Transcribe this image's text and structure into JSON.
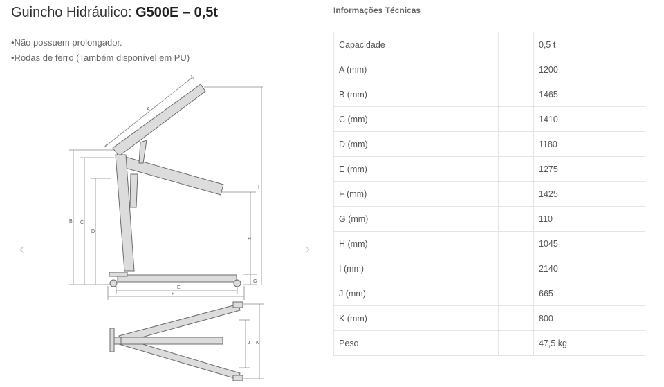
{
  "product": {
    "title_prefix": "Guincho Hidráulico: ",
    "title_model": "G500E – 0,5t",
    "features": [
      "•Não possuem prolongador.",
      "•Rodas de ferro (Também disponível em PU)"
    ],
    "prev_arrow": "‹",
    "next_arrow": "›"
  },
  "diagram_labels": {
    "A": "A",
    "B": "B",
    "C": "C",
    "D": "D",
    "E": "E",
    "F": "F",
    "G": "G",
    "H": "H",
    "I": "I",
    "J": "J",
    "K": "K"
  },
  "specs": {
    "heading": "Informações Técnicas",
    "rows": [
      {
        "label": "Capacidade",
        "value": "0,5 t"
      },
      {
        "label": "A (mm)",
        "value": "1200"
      },
      {
        "label": "B (mm)",
        "value": "1465"
      },
      {
        "label": "C (mm)",
        "value": "1410"
      },
      {
        "label": "D (mm)",
        "value": "1180"
      },
      {
        "label": "E (mm)",
        "value": "1275"
      },
      {
        "label": "F (mm)",
        "value": "1425"
      },
      {
        "label": "G (mm)",
        "value": "110"
      },
      {
        "label": "H (mm)",
        "value": "1045"
      },
      {
        "label": "I (mm)",
        "value": "2140"
      },
      {
        "label": "J (mm)",
        "value": "665"
      },
      {
        "label": "K (mm)",
        "value": "800"
      },
      {
        "label": "Peso",
        "value": "47,5 kg"
      }
    ]
  },
  "colors": {
    "structure_fill": "#dcdcdc",
    "structure_stroke": "#6b6b6b",
    "table_border": "#e4e4e4"
  }
}
